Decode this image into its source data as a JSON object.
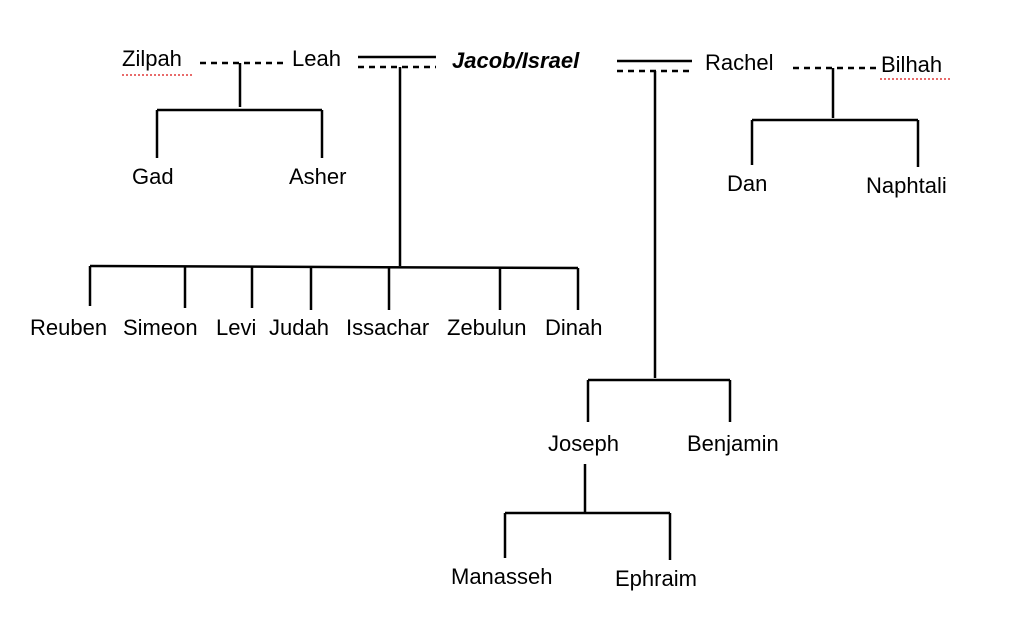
{
  "diagram": {
    "type": "family-tree",
    "center": "Jacob/Israel",
    "spouses": [
      "Zilpah",
      "Leah",
      "Rachel",
      "Bilhah"
    ],
    "zilpah_children": [
      "Gad",
      "Asher"
    ],
    "leah_children": [
      "Reuben",
      "Simeon",
      "Levi",
      "Judah",
      "Issachar",
      "Zebulun",
      "Dinah"
    ],
    "bilhah_children": [
      "Dan",
      "Naphtali"
    ],
    "rachel_children": [
      "Joseph",
      "Benjamin"
    ],
    "joseph_children": [
      "Manasseh",
      "Ephraim"
    ],
    "spellcheck_flagged": [
      "Zilpah",
      "Bilhah"
    ],
    "colors": {
      "line": "#000000",
      "spellcheck": "#e03a3a",
      "background": "#ffffff"
    }
  }
}
